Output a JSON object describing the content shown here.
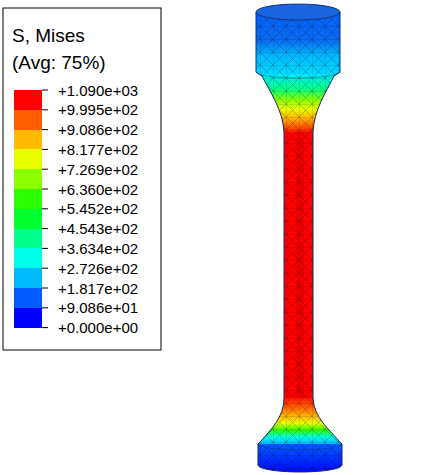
{
  "diagram": {
    "labels": [
      "S, Mises",
      "(Avg: 75%)",
      "+0.000e+00"
    ],
    "legend": [
      {
        "text": "+1.090e+03",
        "color": "#ff0000"
      },
      {
        "text": "+9.995e+02",
        "color": "#ff5d00"
      },
      {
        "text": "+9.086e+02",
        "color": "#ffb900"
      },
      {
        "text": "+8.177e+02",
        "color": "#e8ff00"
      },
      {
        "text": "+7.269e+02",
        "color": "#8bff00"
      },
      {
        "text": "+6.360e+02",
        "color": "#2eff00"
      },
      {
        "text": "+5.452e+02",
        "color": "#00ff2e"
      },
      {
        "text": "+4.543e+02",
        "color": "#00ff8b"
      },
      {
        "text": "+3.634e+02",
        "color": "#00ffe8"
      },
      {
        "text": "+2.726e+02",
        "color": "#00b9ff"
      },
      {
        "text": "+1.817e+02",
        "color": "#005dff"
      },
      {
        "text": "+9.086e+01",
        "color": "#0000ff"
      }
    ]
  }
}
